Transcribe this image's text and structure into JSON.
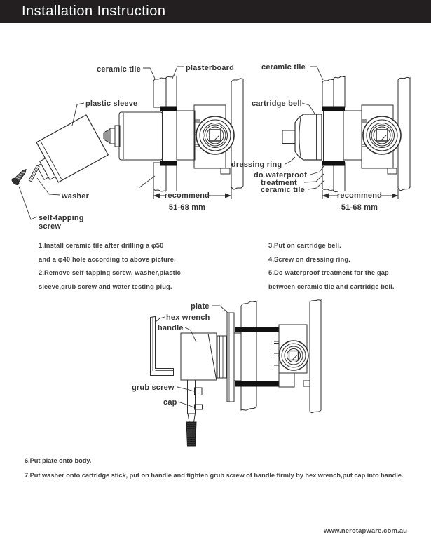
{
  "header": {
    "title": "Installation Instruction"
  },
  "diagrams": {
    "top_left": {
      "ceramic_tile": "ceramic tile",
      "plasterboard": "plasterboard",
      "plastic_sleeve": "plastic sleeve",
      "washer": "washer",
      "self_tapping_1": "self-tapping",
      "self_tapping_2": "screw",
      "recommend": "recommend",
      "dimension": "51-68 mm"
    },
    "top_right": {
      "ceramic_tile_top": "ceramic tile",
      "cartridge_bell": "cartridge bell",
      "dressing_ring": "dressing ring",
      "waterproof_1": "do waterproof",
      "waterproof_2": "treatment",
      "ceramic_tile_bottom": "ceramic tile",
      "recommend": "recommend",
      "dimension": "51-68 mm"
    },
    "bottom": {
      "plate": "plate",
      "hex_wrench": "hex wrench",
      "handle": "handle",
      "grub_screw": "grub screw",
      "cap": "cap"
    }
  },
  "instructions": {
    "left": [
      "1.Install ceramic tile after drilling a φ50",
      "and a φ40 hole according to above picture.",
      "2.Remove self-tapping screw, washer,plastic",
      "sleeve,grub screw and water testing plug."
    ],
    "right": [
      "3.Put on cartridge bell.",
      "4.Screw on dressing ring.",
      "5.Do waterproof treatment for the gap",
      "between ceramic tile and cartridge bell."
    ],
    "bottom": [
      "6.Put plate onto body.",
      "7.Put washer onto cartridge stick, put on handle and tighten grub screw of handle firmly by hex wrench,put cap into handle."
    ]
  },
  "footer": {
    "website": "www.nerotapware.com.au"
  },
  "colors": {
    "header_bg": "#231f20",
    "header_text": "#ffffff",
    "drawing_line": "#2e2e2e",
    "label_text": "#333333",
    "seal_black": "#111111"
  }
}
